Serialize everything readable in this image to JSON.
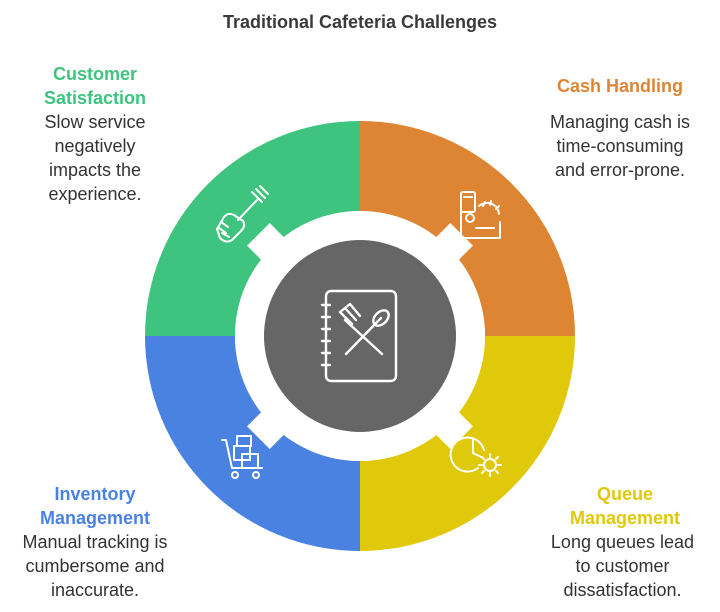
{
  "title": "Traditional Cafeteria Challenges",
  "colors": {
    "customer": "#3ec47e",
    "cash": "#de8533",
    "queue": "#e0c80a",
    "inventory": "#4a82e2",
    "center": "#666666",
    "title": "#3a3a3a"
  },
  "segments": [
    {
      "key": "customer",
      "heading": [
        "Customer",
        "Satisfaction"
      ],
      "description": [
        "Slow service",
        "negatively",
        "impacts the",
        "experience."
      ],
      "icon": "hand-fork-icon"
    },
    {
      "key": "cash",
      "heading": [
        "Cash Handling"
      ],
      "description": [
        "Managing cash is",
        "time-consuming",
        "and error-prone."
      ],
      "icon": "cash-register-icon"
    },
    {
      "key": "queue",
      "heading": [
        "Queue",
        "Management"
      ],
      "description": [
        "Long queues lead",
        "to customer",
        "dissatisfaction."
      ],
      "icon": "clock-gear-icon"
    },
    {
      "key": "inventory",
      "heading": [
        "Inventory",
        "Management"
      ],
      "description": [
        "Manual tracking is",
        "cumbersome and",
        "inaccurate."
      ],
      "icon": "cart-boxes-icon"
    }
  ],
  "center_icon": "menu-book-utensils-icon"
}
